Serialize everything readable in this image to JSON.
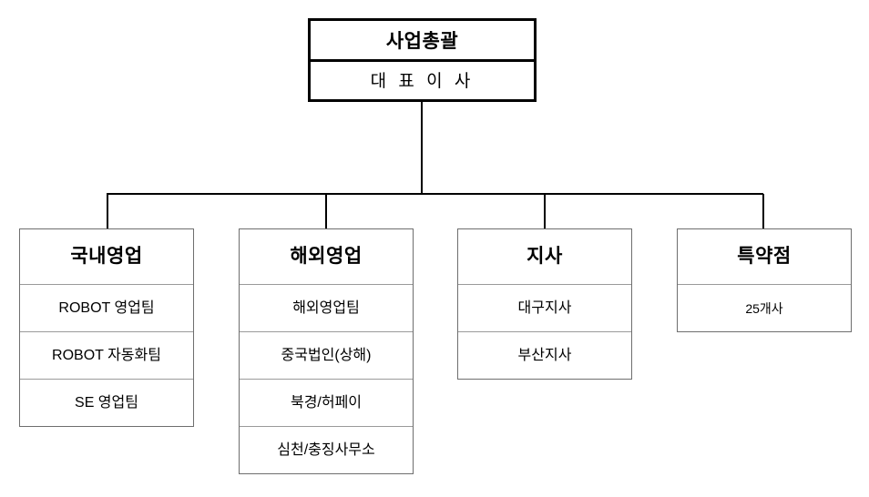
{
  "chart": {
    "type": "org-chart",
    "root": {
      "title": "사업총괄",
      "subtitle": "대 표 이 사"
    },
    "departments": [
      {
        "name": "국내영업",
        "items": [
          {
            "label": "ROBOT 영업팀",
            "small": false
          },
          {
            "label": "ROBOT 자동화팀",
            "small": false
          },
          {
            "label": "SE 영업팀",
            "small": false
          }
        ]
      },
      {
        "name": "해외영업",
        "items": [
          {
            "label": "해외영업팀",
            "small": false
          },
          {
            "label": "중국법인(상해)",
            "small": false
          },
          {
            "label": "북경/허페이",
            "small": false
          },
          {
            "label": "심천/충징사무소",
            "small": false
          }
        ]
      },
      {
        "name": "지사",
        "items": [
          {
            "label": "대구지사",
            "small": false
          },
          {
            "label": "부산지사",
            "small": false
          }
        ]
      },
      {
        "name": "특약점",
        "items": [
          {
            "label": "25개사",
            "small": true
          }
        ]
      }
    ],
    "colors": {
      "root_border": "#000000",
      "box_border": "#6e6e6e",
      "divider": "#9a9a9a",
      "connector": "#000000",
      "background": "#ffffff",
      "text": "#000000"
    }
  }
}
